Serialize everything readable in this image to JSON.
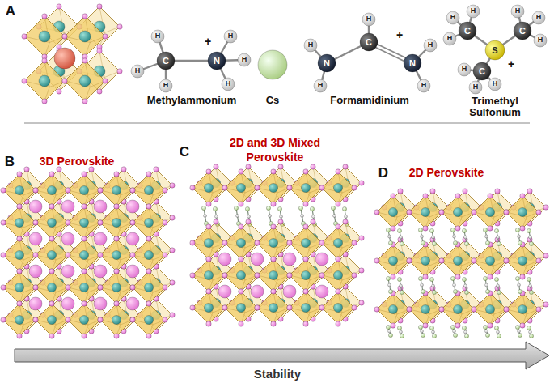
{
  "diagram": {
    "labels": [
      "A",
      "H",
      "C",
      "H",
      "H",
      "+",
      "N",
      "H",
      "H",
      "H",
      "Methylammonium",
      "Cs",
      "H",
      "C",
      "H",
      "+",
      "H",
      "N",
      "N",
      "H",
      "H",
      "Formamidinium",
      "H",
      "H",
      "H",
      "H",
      "C",
      "C",
      "H",
      "H",
      "S",
      "+",
      "C",
      "H",
      "H",
      "H",
      "Trimethyl Sulfonium",
      "B",
      "3D Perovskite",
      "C",
      "2D and 3D Mixed Perovskite",
      "D",
      "2D Perovskite",
      "Stability"
    ]
  }
}
